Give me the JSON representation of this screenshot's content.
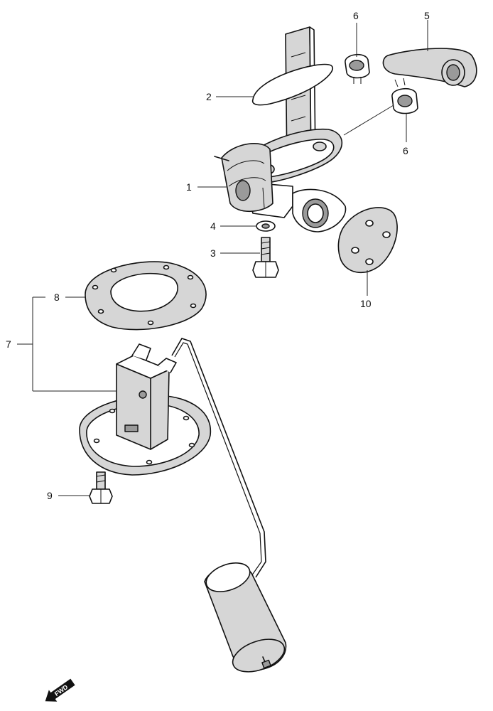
{
  "callouts": {
    "c1": "1",
    "c2": "2",
    "c3": "3",
    "c4": "4",
    "c5": "5",
    "c6a": "6",
    "c6b": "6",
    "c7": "7",
    "c8": "8",
    "c9": "9",
    "c10": "10"
  },
  "fwd_label": "FWD",
  "icons": {
    "direction": "fwd-arrow-icon"
  }
}
